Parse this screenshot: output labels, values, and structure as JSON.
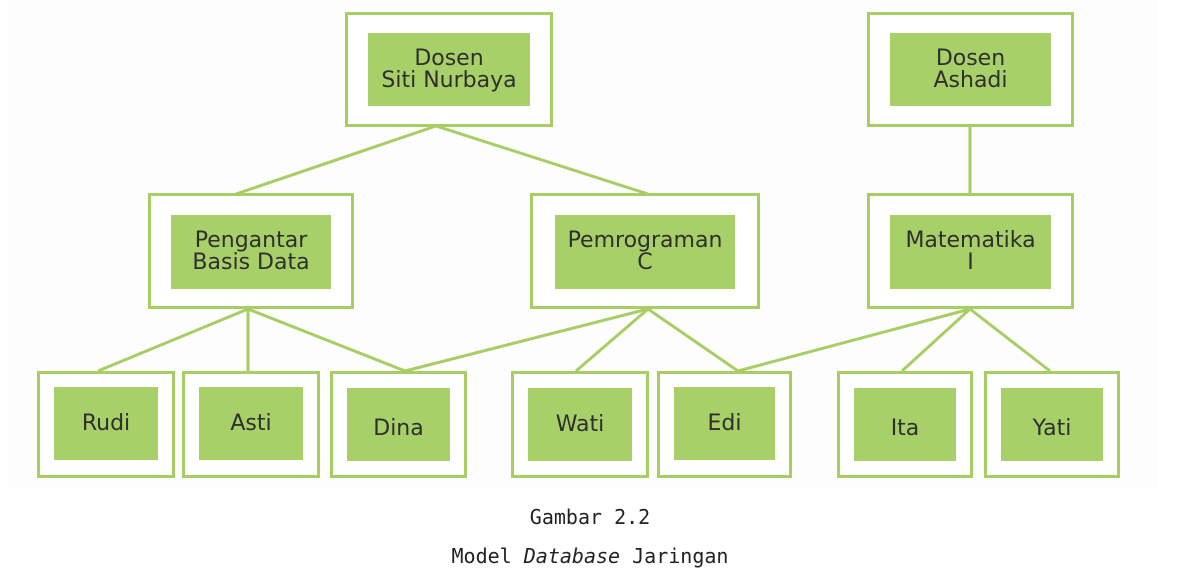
{
  "nodes": {
    "dosen_siti": [
      "Dosen",
      "Siti Nurbaya"
    ],
    "dosen_ashadi": [
      "Dosen",
      "Ashadi"
    ],
    "pengantar": [
      "Pengantar",
      "Basis Data"
    ],
    "pemrograman": [
      "Pemrograman",
      "C"
    ],
    "matematika": [
      "Matematika",
      "I"
    ],
    "rudi": "Rudi",
    "asti": "Asti",
    "dina": "Dina",
    "wati": "Wati",
    "edi": "Edi",
    "ita": "Ita",
    "yati": "Yati"
  },
  "caption": {
    "line1": "Gambar 2.2",
    "line2_pre": "Model ",
    "line2_em": "Database",
    "line2_post": " Jaringan"
  },
  "colors": {
    "box_fill": "#a8d068",
    "border": "#a7cd64",
    "text": "#2f2f2f"
  }
}
